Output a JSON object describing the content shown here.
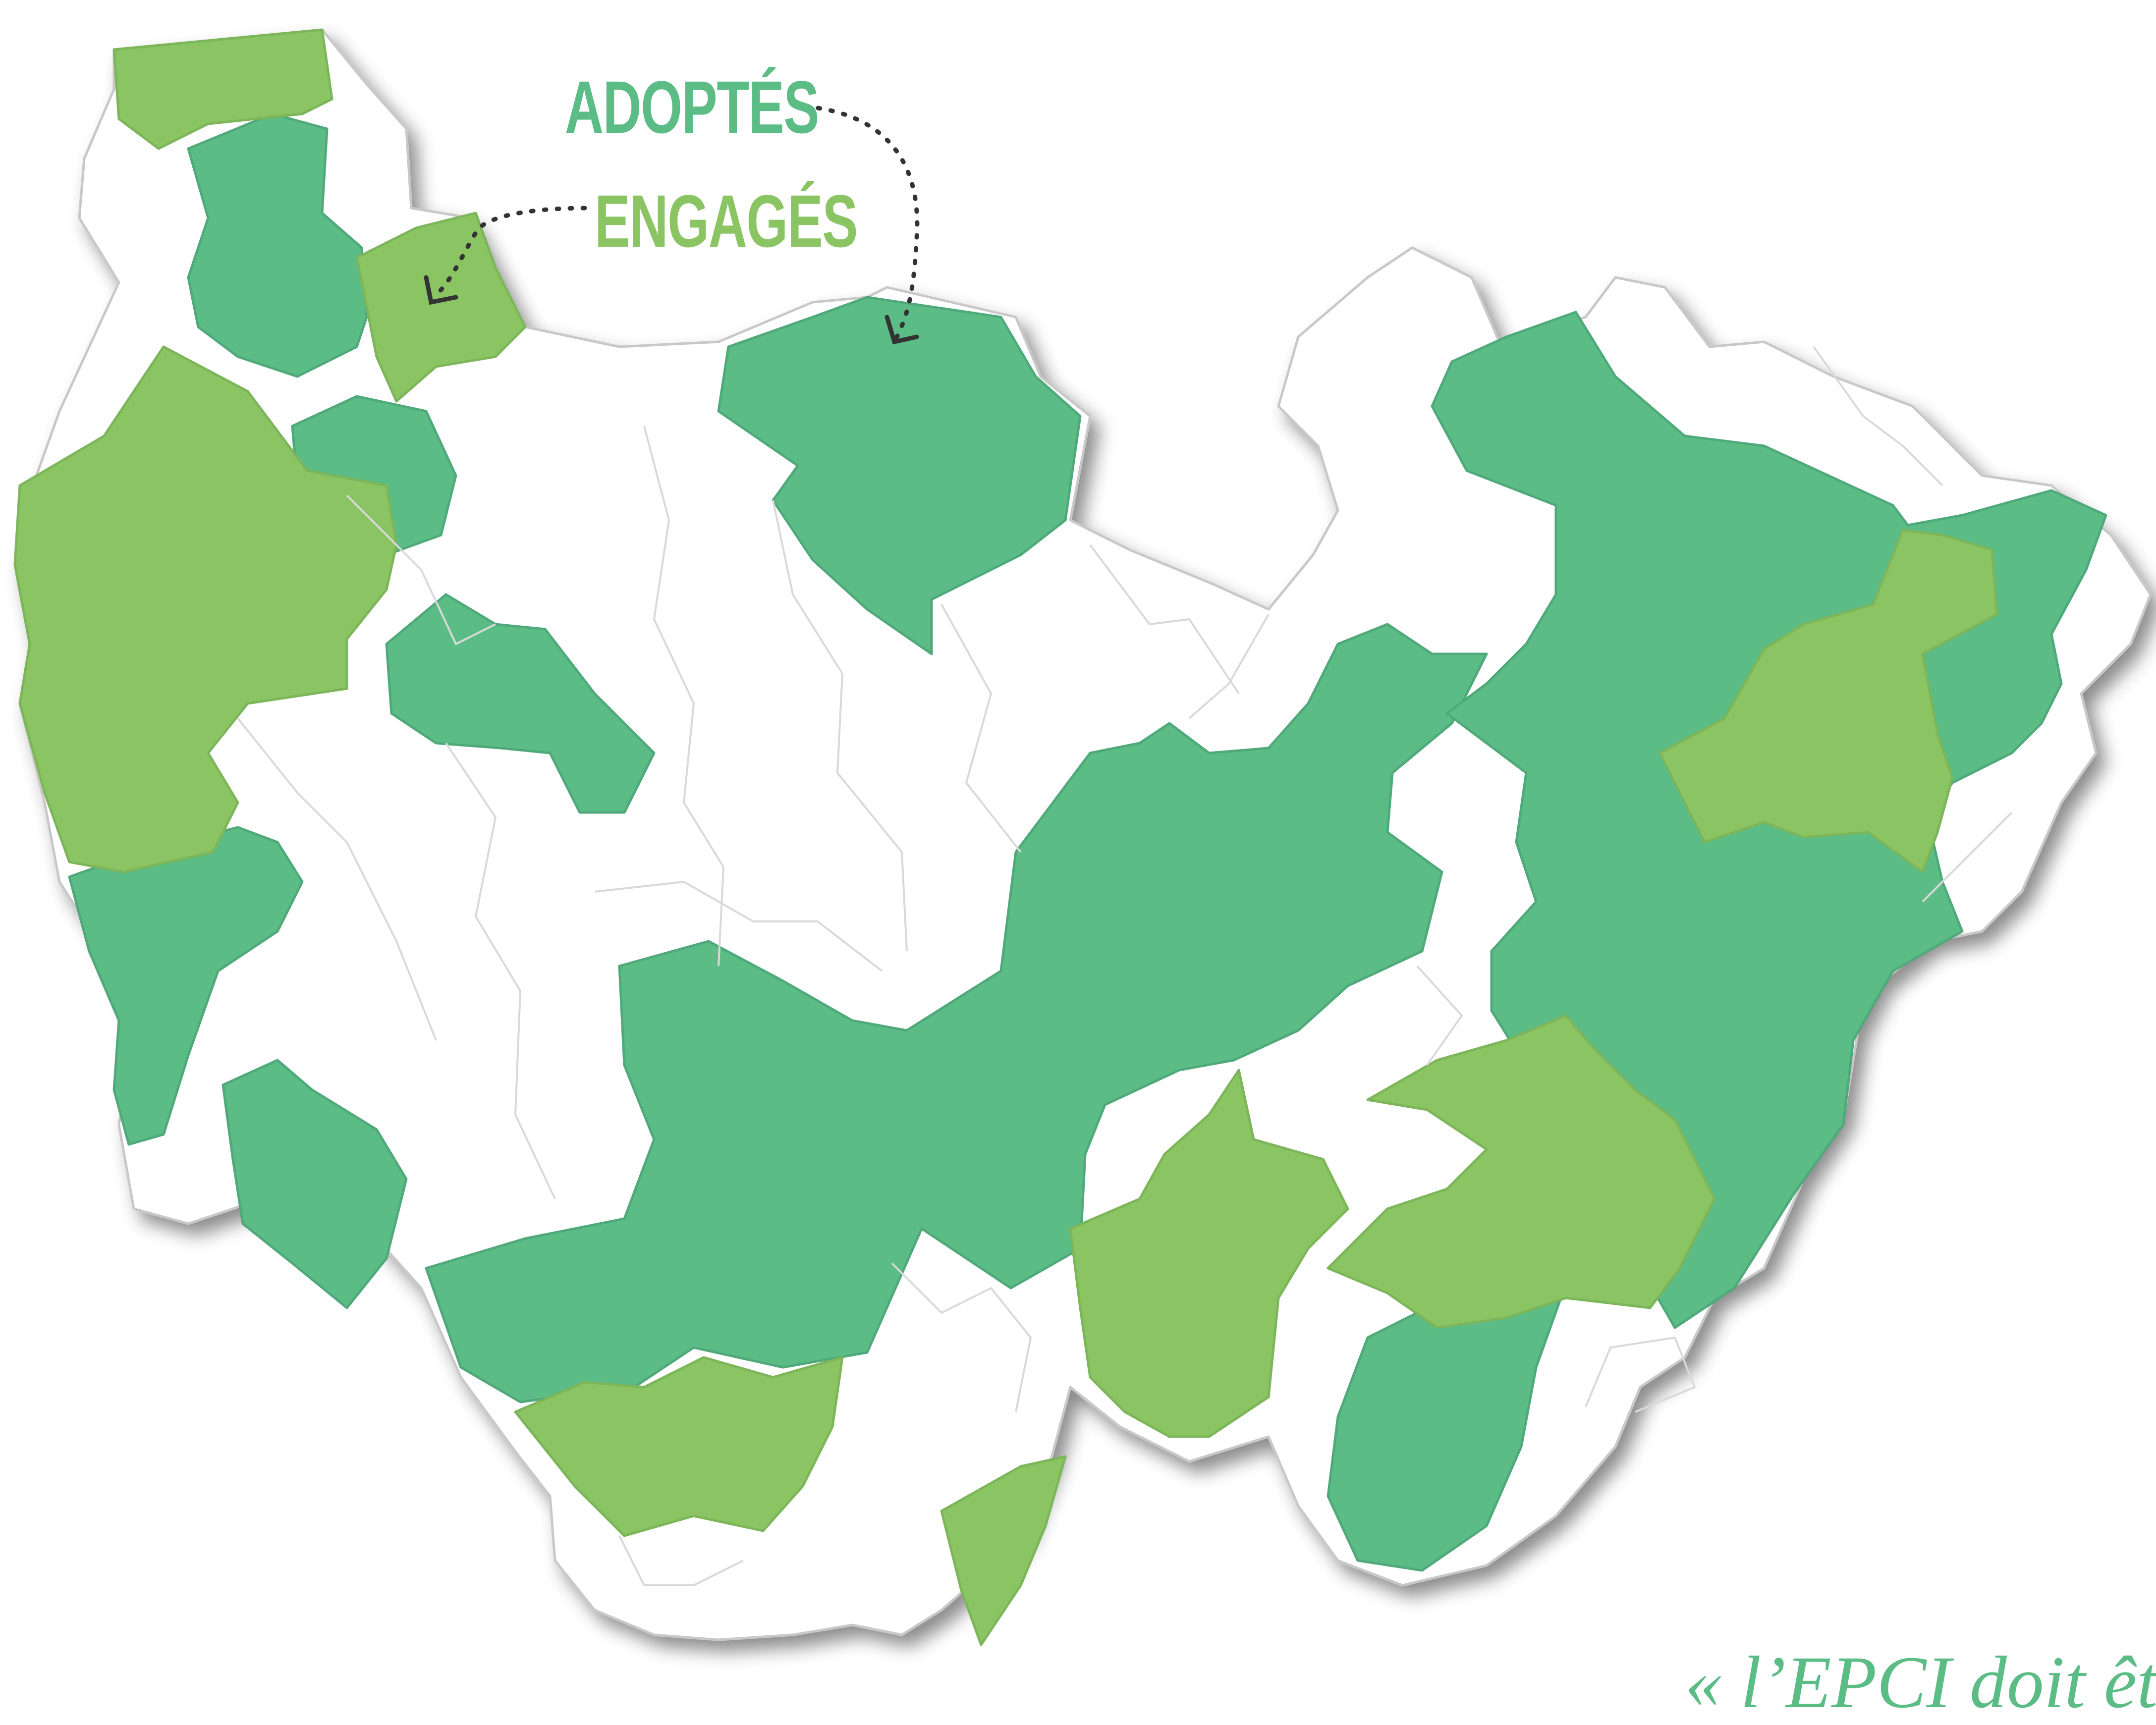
{
  "colors": {
    "adopted": "#5bbd85",
    "engaged": "#8bc563",
    "none": "#ffffff",
    "arrow": "#333333"
  },
  "legend": {
    "adopted": "ADOPTÉS",
    "engaged": "ENGAGÉS"
  },
  "footer": {
    "partial_text": "« l’EPCI doit être"
  }
}
